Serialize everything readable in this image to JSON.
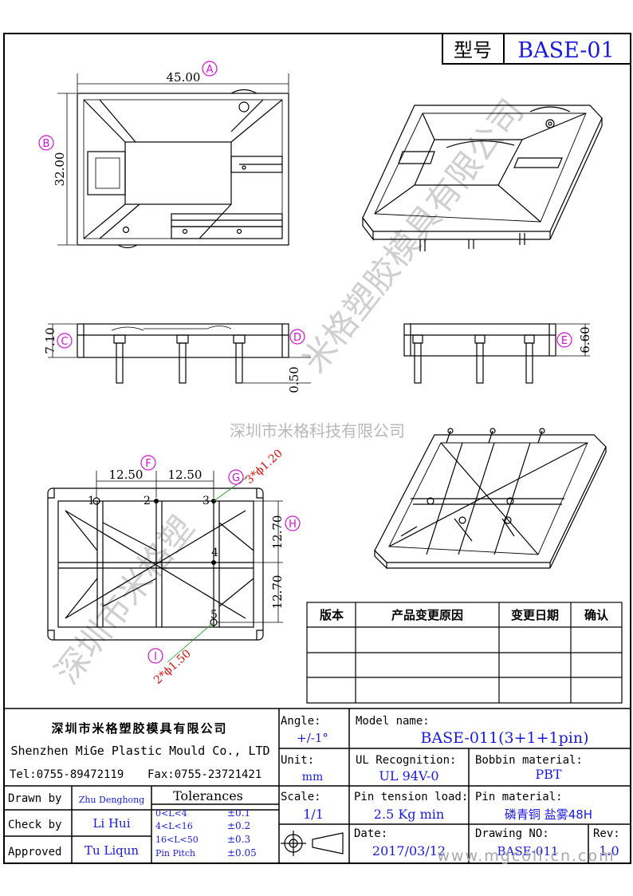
{
  "title_block": {
    "type_label": "型号",
    "type_value": "BASE-01"
  },
  "dims": {
    "width": "45.00",
    "height": "32.00",
    "side_c": "7.10",
    "side_e": "6.60",
    "pin_len": "0.50",
    "pitch_left": "12.50",
    "pitch_right": "12.50",
    "row_top": "12.70",
    "row_bottom": "12.70",
    "hole_g": "3*ϕ1.20",
    "hole_i": "2*ϕ1.50"
  },
  "markers": {
    "a": "A",
    "b": "B",
    "c": "C",
    "d": "D",
    "e": "E",
    "f": "F",
    "g": "G",
    "h": "H",
    "i": "I"
  },
  "pins": [
    "1",
    "2",
    "3",
    "4",
    "5"
  ],
  "watermark": {
    "company_cn": "深圳市米格科技有限公司",
    "diag_upper": "米格塑胶模具有限公司",
    "diag_lower": "深圳市米格塑"
  },
  "revision_table": {
    "headers": [
      "版本",
      "产品变更原因",
      "变更日期",
      "确认"
    ]
  },
  "info": {
    "company_cn": "深圳市米格塑胶模具有限公司",
    "company_en": "Shenzhen MiGe Plastic Mould Co., LTD",
    "tel": "Tel:0755-89472119",
    "fax": "Fax:0755-23721421",
    "angle_label": "Angle:",
    "angle_value": "+/-1°",
    "model_label": "Model name:",
    "model_value": "BASE-011(3+1+1pin)",
    "unit_label": "Unit:",
    "unit_value": "mm",
    "ul_label": "UL Recognition:",
    "ul_value": "UL 94V-0",
    "bobbin_label": "Bobbin material:",
    "bobbin_value": "PBT",
    "drawn_label": "Drawn by",
    "drawn_value": "Zhu Denghong",
    "tolerances_label": "Tolerances",
    "tol_1": "0<L<4",
    "tol_1v": "±0.1",
    "tol_2": "4<L<16",
    "tol_2v": "±0.2",
    "tol_3": "16<L<50",
    "tol_3v": "±0.3",
    "tol_4": "Pin Pitch",
    "tol_4v": "±0.05",
    "scale_label": "Scale:",
    "scale_value": "1/1",
    "tension_label": "Pin tension load:",
    "tension_value": "2.5 Kg min",
    "pinmat_label": "Pin material:",
    "pinmat_value": "磷青铜  盐雾48H",
    "check_label": "Check by",
    "check_value": "Li Hui",
    "approved_label": "Approved",
    "approved_value": "Tu Liqun",
    "date_label": "Date:",
    "date_value": "2017/03/12",
    "drawing_label": "Drawing NO:",
    "drawing_value": "BASE-011",
    "rev_label": "Rev:",
    "rev_value": "1.0",
    "website": "www.mgcoil.cn.com"
  }
}
